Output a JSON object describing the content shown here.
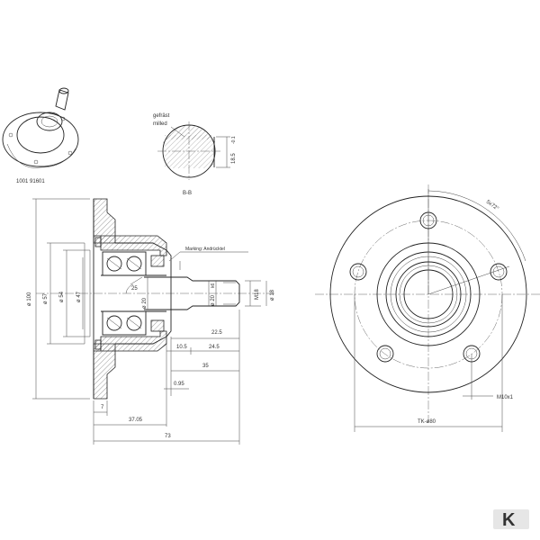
{
  "iso_view": {
    "part_number": "1001 91601"
  },
  "section_detail": {
    "note_line1": "gefräst",
    "note_line2": "milled",
    "dim_flat": "18.5",
    "dim_flat_tol": "-0.1",
    "label": "B-B"
  },
  "section_view": {
    "marking_label": "Marking: Andrücktel",
    "dims": {
      "d100": "ø 100",
      "d57": "ø 57",
      "d54": "ø 54",
      "d47": "ø 47",
      "d20": "ø 20",
      "d20k6": "ø 20",
      "d20k6_tol": "k6",
      "m18": "M18",
      "d18": "ø 18",
      "a25": "25",
      "l22_5": "22.5",
      "l10_5": "10.5",
      "l24_5": "24.5",
      "l35": "35",
      "l0_95": "0.95",
      "l7": "7",
      "l37_05": "37.05",
      "l73": "73"
    }
  },
  "front_view": {
    "angle_label": "5x72°",
    "thread_label": "M10x1",
    "pcd_label": "TK-ø80"
  },
  "brand": {
    "logo_letter": "K"
  }
}
